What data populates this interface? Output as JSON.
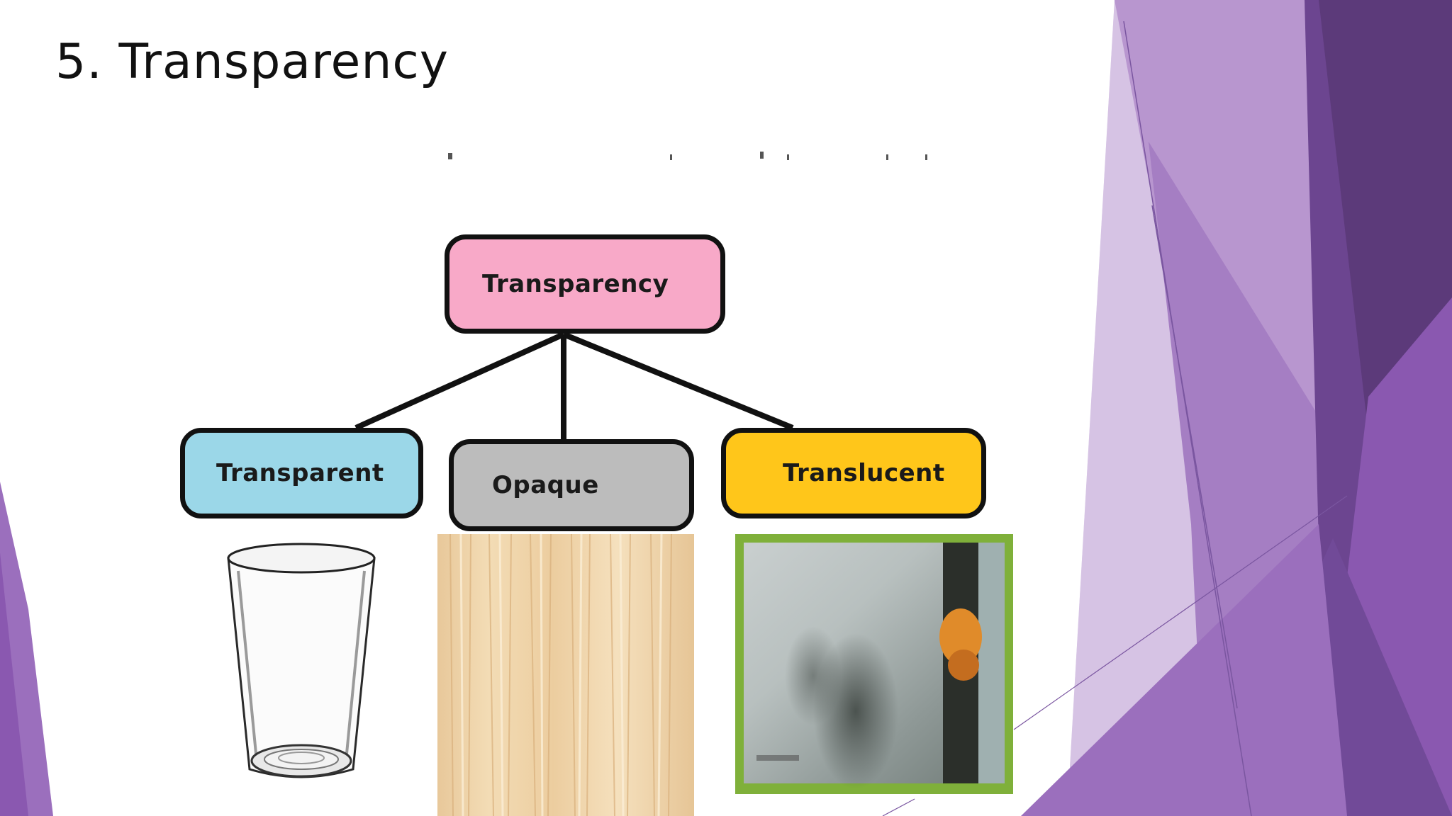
{
  "slide": {
    "title": "5. Transparency"
  },
  "diagram": {
    "root": {
      "label": "Transparency",
      "color": "#f8a9c8"
    },
    "children": [
      {
        "label": "Transparent",
        "color": "#9bd7e8"
      },
      {
        "label": "Opaque",
        "color": "#bcbcbc"
      },
      {
        "label": "Translucent",
        "color": "#ffc61a"
      }
    ]
  },
  "theme": {
    "accent_dark": "#5c3a7a",
    "accent_mid": "#9b6fbd",
    "accent_light": "#c9acd9",
    "line_color": "#111111"
  }
}
